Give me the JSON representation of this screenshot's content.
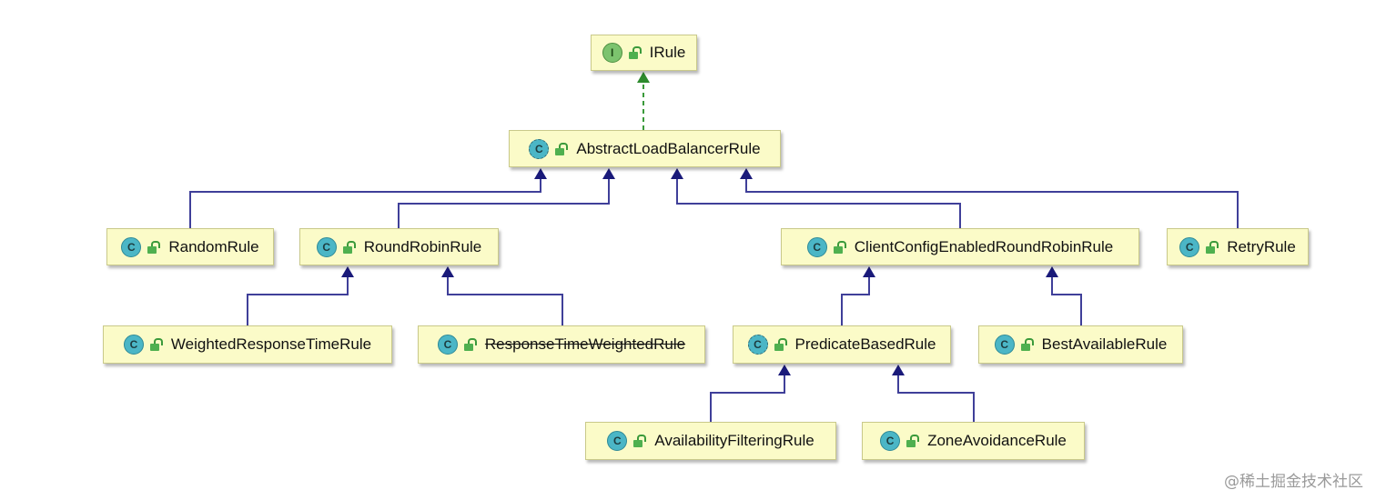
{
  "nodes": [
    {
      "id": "irule",
      "kind": "interface",
      "badge": "I",
      "label": "IRule",
      "deprecated": false
    },
    {
      "id": "abstract",
      "kind": "abstract",
      "badge": "C",
      "label": "AbstractLoadBalancerRule",
      "deprecated": false
    },
    {
      "id": "random",
      "kind": "class",
      "badge": "C",
      "label": "RandomRule",
      "deprecated": false
    },
    {
      "id": "roundrobin",
      "kind": "class",
      "badge": "C",
      "label": "RoundRobinRule",
      "deprecated": false
    },
    {
      "id": "clientconfig",
      "kind": "class",
      "badge": "C",
      "label": "ClientConfigEnabledRoundRobinRule",
      "deprecated": false
    },
    {
      "id": "retry",
      "kind": "class",
      "badge": "C",
      "label": "RetryRule",
      "deprecated": false
    },
    {
      "id": "weighted",
      "kind": "class",
      "badge": "C",
      "label": "WeightedResponseTimeRule",
      "deprecated": false
    },
    {
      "id": "responsetime",
      "kind": "class",
      "badge": "C",
      "label": "ResponseTimeWeightedRule",
      "deprecated": true
    },
    {
      "id": "predicate",
      "kind": "abstract",
      "badge": "C",
      "label": "PredicateBasedRule",
      "deprecated": false
    },
    {
      "id": "bestavailable",
      "kind": "class",
      "badge": "C",
      "label": "BestAvailableRule",
      "deprecated": false
    },
    {
      "id": "availability",
      "kind": "class",
      "badge": "C",
      "label": "AvailabilityFilteringRule",
      "deprecated": false
    },
    {
      "id": "zoneavoidance",
      "kind": "class",
      "badge": "C",
      "label": "ZoneAvoidanceRule",
      "deprecated": false
    }
  ],
  "edges": [
    {
      "from": "abstract",
      "to": "irule",
      "type": "implements"
    },
    {
      "from": "random",
      "to": "abstract",
      "type": "extends"
    },
    {
      "from": "roundrobin",
      "to": "abstract",
      "type": "extends"
    },
    {
      "from": "clientconfig",
      "to": "abstract",
      "type": "extends"
    },
    {
      "from": "retry",
      "to": "abstract",
      "type": "extends"
    },
    {
      "from": "weighted",
      "to": "roundrobin",
      "type": "extends"
    },
    {
      "from": "responsetime",
      "to": "roundrobin",
      "type": "extends"
    },
    {
      "from": "predicate",
      "to": "clientconfig",
      "type": "extends"
    },
    {
      "from": "bestavailable",
      "to": "clientconfig",
      "type": "extends"
    },
    {
      "from": "availability",
      "to": "predicate",
      "type": "extends"
    },
    {
      "from": "zoneavoidance",
      "to": "predicate",
      "type": "extends"
    }
  ],
  "colors": {
    "extends_line": "#3f3f99",
    "extends_arrow": "#1a1a7a",
    "implements_line": "#3a9a3a",
    "implements_arrow": "#2d8a2d"
  },
  "watermark": "@稀土掘金技术社区"
}
